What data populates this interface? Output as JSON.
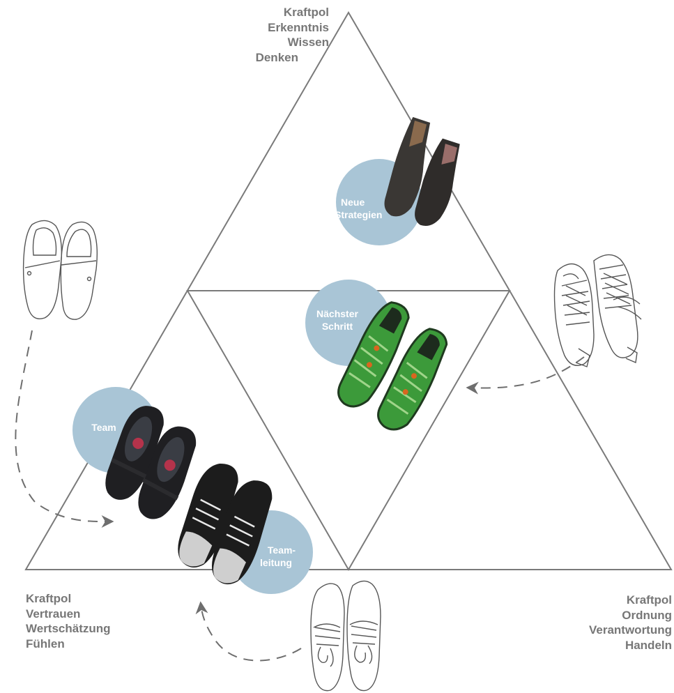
{
  "colors": {
    "line": "#7a7a7a",
    "bubble": "#a9c5d6",
    "text": "#777777",
    "bubble_text": "#ffffff",
    "shoe_dark": "#2a2a2a",
    "shoe_green": "#3c9a3a",
    "shoe_outline": "#555555"
  },
  "poles": {
    "top": {
      "line1": "Kraftpol",
      "line2": "Erkenntnis",
      "line3": "Wissen",
      "line4": "Denken"
    },
    "left": {
      "line1": "Kraftpol",
      "line2": "Vertrauen",
      "line3": "Wertschätzung",
      "line4": "Fühlen"
    },
    "right": {
      "line1": "Kraftpol",
      "line2": "Ordnung",
      "line3": "Verantwortung",
      "line4": "Handeln"
    }
  },
  "bubbles": {
    "strategien": {
      "line1": "Neue",
      "line2": "Strategien"
    },
    "schritt": {
      "line1": "Nächster",
      "line2": "Schritt"
    },
    "team": {
      "line1": "Team"
    },
    "teamleitung": {
      "line1": "Team-",
      "line2": "leitung"
    }
  },
  "icons": {
    "shoes_outline_left": "mary-jane-shoes-outline-icon",
    "shoes_outline_right": "sneakers-outline-icon",
    "shoes_outline_bottom": "lace-up-shoes-outline-icon",
    "shoes_photo_top": "ankle-boots-icon",
    "shoes_photo_center": "green-sneakers-icon",
    "shoes_photo_team": "black-mary-janes-icon",
    "shoes_photo_teamleitung": "black-oxford-shoes-icon",
    "arrows": "dashed-arrow-icon"
  }
}
